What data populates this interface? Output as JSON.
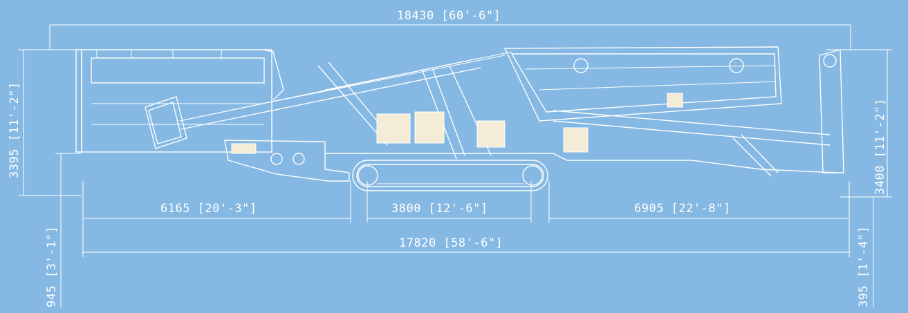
{
  "dimensions": {
    "overall_length": "18430 [60'-6\"]",
    "left_height": "3395 [11'-2\"]",
    "right_height": "3400 [11'-2\"]",
    "left_section": "6165 [20'-3\"]",
    "track_length": "3800 [12'-6\"]",
    "right_section": "6905 [22'-8\"]",
    "wheelbase_length": "17820 [58'-6\"]",
    "left_ground_clearance": "945 [3'-1\"]",
    "right_ground_clearance": "395 [1'-4\"]"
  },
  "colors": {
    "background": "#85b8e2",
    "line": "#ffffff",
    "panel_fill": "#f5ecd8"
  }
}
